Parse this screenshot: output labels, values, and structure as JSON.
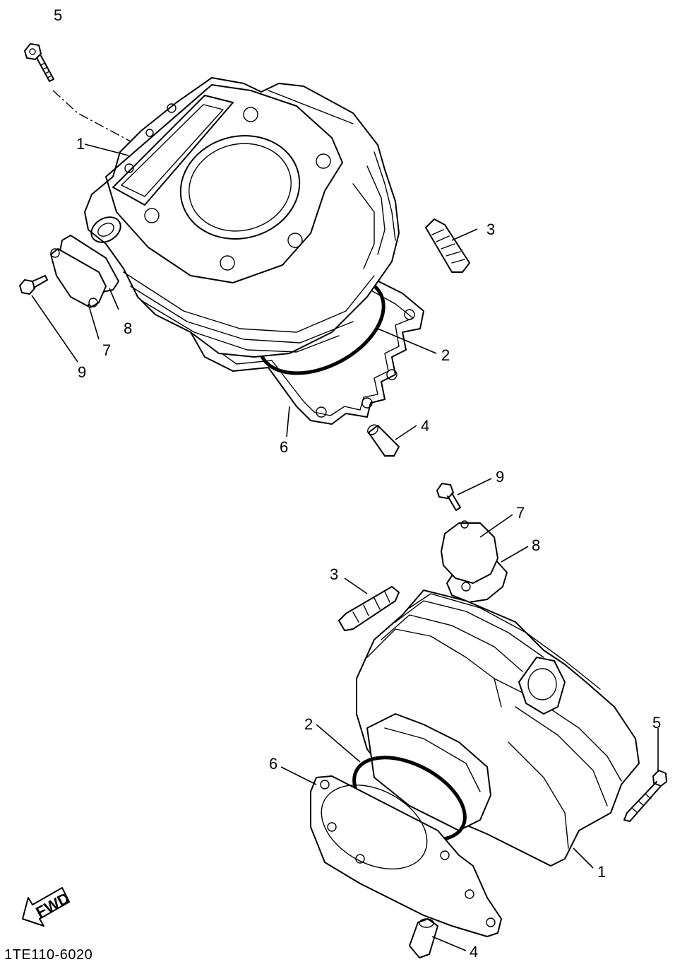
{
  "diagram": {
    "top_assembly_callouts": [
      "5",
      "1",
      "3",
      "8",
      "7",
      "9",
      "2",
      "6",
      "4"
    ],
    "bottom_assembly_callouts": [
      "9",
      "7",
      "8",
      "3",
      "2",
      "6",
      "5",
      "1",
      "4"
    ],
    "direction_arrow_label": "FWD",
    "figure_code": "1TE110-6020"
  }
}
